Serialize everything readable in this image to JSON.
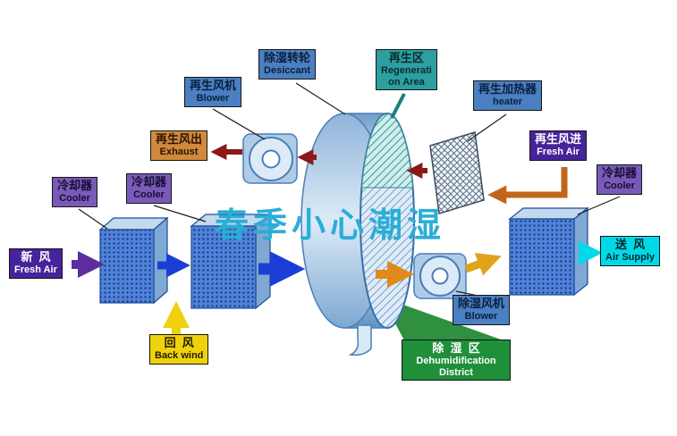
{
  "watermark": "春季小心潮湿",
  "labels": {
    "regen_blower": {
      "zh": "再生风机",
      "en": "Blower"
    },
    "desiccant": {
      "zh": "除湿转轮",
      "en": "Desiccant"
    },
    "regen_area": {
      "zh": "再生区",
      "en_line1": "Regenerati",
      "en_line2": "on Area"
    },
    "regen_heater": {
      "zh": "再生加热器",
      "en": "heater"
    },
    "exhaust": {
      "zh": "再生风出",
      "en": "Exhaust"
    },
    "cooler_left": {
      "zh": "冷却器",
      "en": "Cooler"
    },
    "cooler_mid": {
      "zh": "冷却器",
      "en": "Cooler"
    },
    "cooler_right": {
      "zh": "冷却器",
      "en": "Cooler"
    },
    "fresh_air": {
      "zh": "新  风",
      "en": "Fresh Air"
    },
    "regen_fresh_air": {
      "zh": "再生风进",
      "en": "Fresh Air"
    },
    "air_supply": {
      "zh": "送  风",
      "en": "Air Supply"
    },
    "back_wind": {
      "zh": "回  风",
      "en": "Back wind"
    },
    "dehumid_blower": {
      "zh": "除湿风机",
      "en": "Blower"
    },
    "dehumid_district": {
      "zh": "除  湿  区",
      "en_line1": "Dehumidification",
      "en_line2": "District"
    }
  },
  "colors": {
    "label_blue": "#4a7fc1",
    "label_teal": "#2d9fa0",
    "label_purple": "#7a5ab8",
    "label_dark_purple": "#46239a",
    "label_orange": "#d08a3c",
    "label_cyan": "#00d9e8",
    "label_yellow": "#f0d20c",
    "label_green": "#1f8f3a",
    "arrow_blue": "#1b3fd6",
    "arrow_purple": "#5b2d9e",
    "arrow_yellow": "#f0d20c",
    "arrow_orange": "#e08a1a",
    "arrow_gold": "#dfa31c",
    "arrow_dark_red": "#8c1818",
    "arrow_brown": "#c0661a",
    "arrow_cyan": "#00d9e8",
    "watermark_color": "#2aaed6",
    "wheel_blue": "#9cc0e2",
    "dehumid_wedge_green": "#2f9040"
  }
}
